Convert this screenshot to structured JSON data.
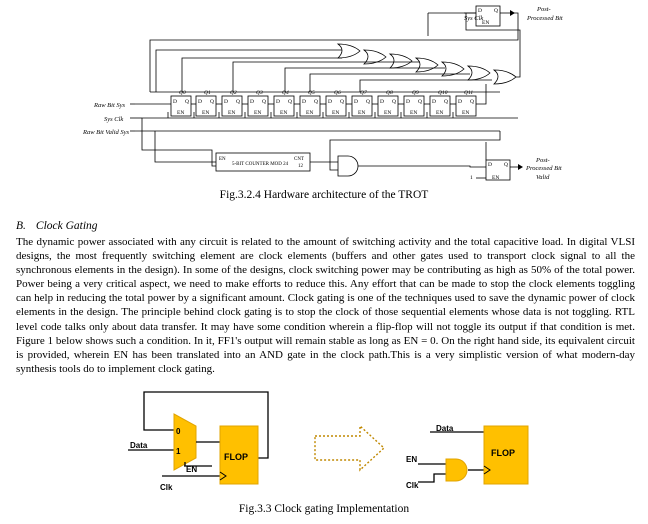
{
  "figure1": {
    "top_register": {
      "clk_label": "Sys Clk",
      "d": "D",
      "q": "Q",
      "en": "EN",
      "output_label_1": "Post-",
      "output_label_2": "Processed Bit"
    },
    "inputs": [
      "Raw Bit Sys",
      "Sys Clk",
      "Raw Bit Valid Sys"
    ],
    "flops": [
      "Q0",
      "Q1",
      "Q2",
      "Q3",
      "Q4",
      "Q5",
      "Q6",
      "Q7",
      "Q8",
      "Q9",
      "Q10",
      "Q11"
    ],
    "flop_d": "D",
    "flop_q": "Q",
    "flop_en": "EN",
    "counter_label": "5-BIT COUNTER MOD 24",
    "counter_cnt": "CNT",
    "counter_val": "12",
    "counter_en": "EN",
    "valid_register": {
      "d": "D",
      "q": "Q",
      "en": "EN",
      "one": "1",
      "output_label_1": "Post-",
      "output_label_2": "Processed Bit",
      "output_label_3": "Valid"
    },
    "caption": "Fig.3.2.4 Hardware architecture of the TROT"
  },
  "section": {
    "letter": "B.",
    "title": "Clock Gating",
    "paragraph": "The dynamic power associated with any circuit is related to the amount of switching activity and the total capacitive load. In digital VLSI designs, the most frequently switching element are clock elements (buffers and other gates used to transport clock signal to all the synchronous elements in the design). In some of the designs, clock switching power may be contributing as high as 50% of the total power. Power being a very critical aspect, we need to make efforts to reduce this. Any effort that can be made to stop the clock elements toggling can help in reducing the total power by a significant amount. Clock gating is one of the techniques used to save the dynamic power of clock elements in the design. The principle behind clock gating is to stop the clock of those sequential elements whose data is not toggling. RTL level code talks only about data transfer. It may have some condition wherein a flip-flop will not toggle its output if that condition is met. Figure 1 below shows such a condition. In it, FF1's output will remain stable as long as EN = 0. On the right hand side, its equivalent circuit is provided, wherein EN has been translated into an AND gate in the clock path.This is a very simplistic version of what modern-day synthesis tools do to implement clock gating."
  },
  "figure2": {
    "left": {
      "data": "Data",
      "mux0": "0",
      "mux1": "1",
      "en": "EN",
      "flop": "FLOP",
      "clk": "Clk"
    },
    "right": {
      "data": "Data",
      "en": "EN",
      "flop": "FLOP",
      "clk": "Clk"
    },
    "caption": "Fig.3.3 Clock gating Implementation",
    "colors": {
      "mux_fill": "#ffc000",
      "flop_fill": "#ffc000",
      "outline": "#e2a400",
      "arrow": "#c08800"
    }
  }
}
